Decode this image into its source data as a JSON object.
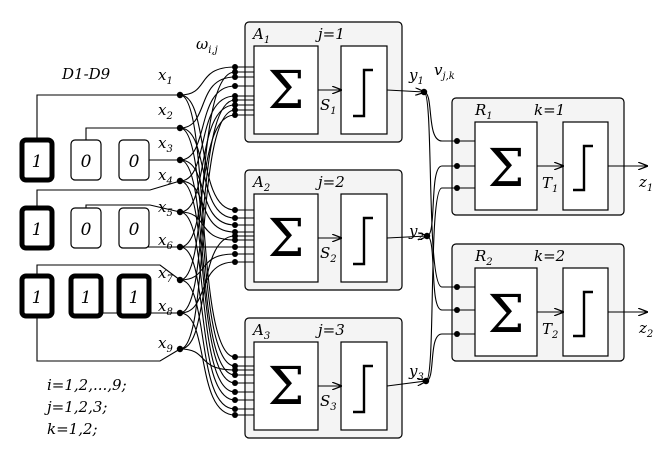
{
  "inputs": {
    "group_label": "D1-D9",
    "cells": [
      [
        "1",
        "0",
        "0"
      ],
      [
        "1",
        "0",
        "0"
      ],
      [
        "1",
        "1",
        "1"
      ]
    ],
    "cell_bold": [
      [
        true,
        false,
        false
      ],
      [
        true,
        false,
        false
      ],
      [
        true,
        true,
        true
      ]
    ],
    "x_labels": [
      "x1",
      "x2",
      "x3",
      "x4",
      "x5",
      "x6",
      "x7",
      "x8",
      "x9"
    ]
  },
  "weights_label": {
    "main": "ω",
    "sub": "i,j"
  },
  "v_label": {
    "main": "v",
    "sub": "j,k"
  },
  "layer_a": [
    {
      "name": "A",
      "sub": "1",
      "index": "j=1",
      "sum": "Σ",
      "s": "S",
      "s_sub": "1",
      "y": "y",
      "y_sub": "1"
    },
    {
      "name": "A",
      "sub": "2",
      "index": "j=2",
      "sum": "Σ",
      "s": "S",
      "s_sub": "2",
      "y": "y",
      "y_sub": "2"
    },
    {
      "name": "A",
      "sub": "3",
      "index": "j=3",
      "sum": "Σ",
      "s": "S",
      "s_sub": "3",
      "y": "y",
      "y_sub": "3"
    }
  ],
  "layer_r": [
    {
      "name": "R",
      "sub": "1",
      "index": "k=1",
      "sum": "Σ",
      "t": "T",
      "t_sub": "1",
      "z": "z",
      "z_sub": "1"
    },
    {
      "name": "R",
      "sub": "2",
      "index": "k=2",
      "sum": "Σ",
      "t": "T",
      "t_sub": "2",
      "z": "z",
      "z_sub": "2"
    }
  ],
  "ranges": [
    "i=1,2,...,9;",
    "j=1,2,3;",
    "k=1,2;"
  ]
}
